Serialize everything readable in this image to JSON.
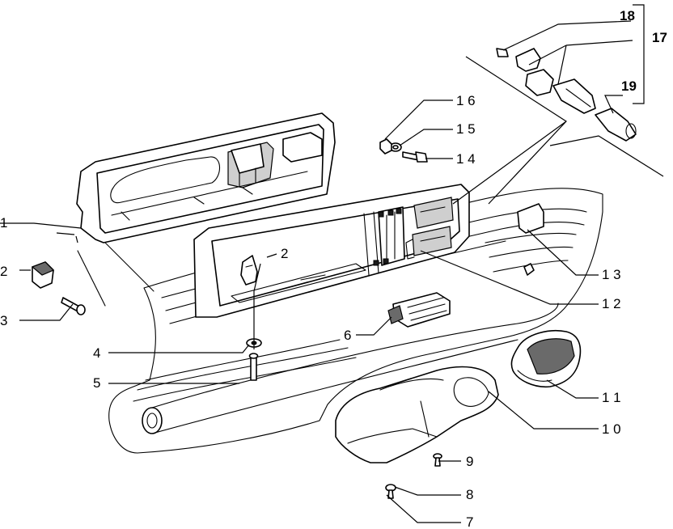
{
  "callouts": {
    "c1": "1",
    "c2a": "2",
    "c2b": "2",
    "c3": "3",
    "c4": "4",
    "c5": "5",
    "c6": "6",
    "c7": "7",
    "c8": "8",
    "c9": "9",
    "c10": "1 0",
    "c11": "1 1",
    "c12": "1 2",
    "c13": "1 3",
    "c14": "1 4",
    "c15": "1 5",
    "c16": "1 6",
    "c17": "17",
    "c18": "18",
    "c19": "19"
  }
}
